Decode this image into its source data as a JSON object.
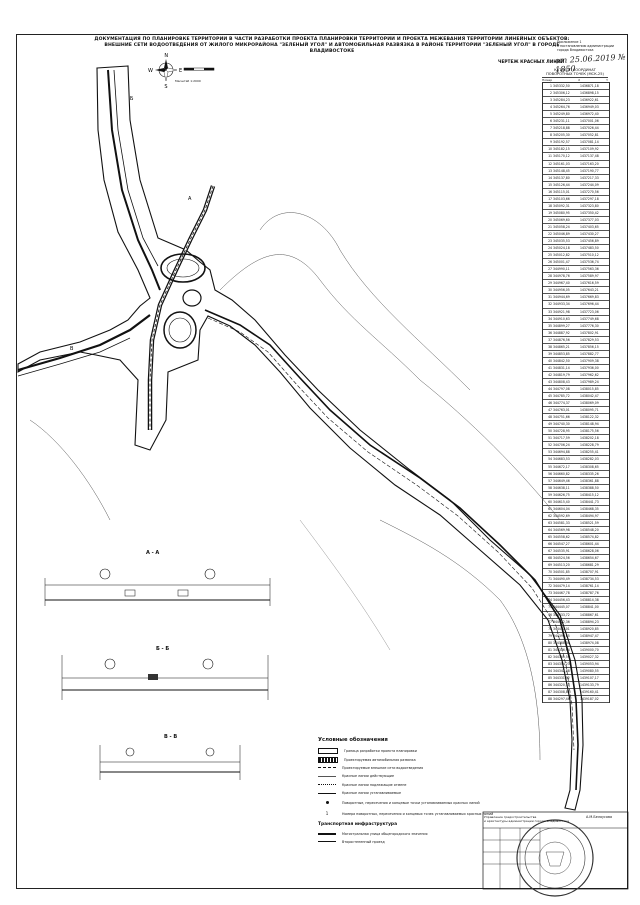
{
  "title": "ДОКУМЕНТАЦИЯ ПО ПЛАНИРОВКЕ ТЕРРИТОРИИ В ЧАСТИ РАЗРАБОТКИ ПРОЕКТА ПЛАНИРОВКИ ТЕРРИТОРИИ И ПРОЕКТА МЕЖЕВАНИЯ ТЕРРИТОРИИ ЛИНЕЙНЫХ ОБЪЕКТОВ: ВНЕШНИЕ СЕТИ ВОДООТВЕДЕНИЯ ОТ ЖИЛОГО МИКРОРАЙОНА \"ЗЕЛЕНЫЙ УГОЛ\" И АВТОМОБИЛЬНАЯ РАЗВЯЗКА В РАЙОНЕ ТЕРРИТОРИИ \"ЗЕЛЕНЫЙ УГОЛ\" В ГОРОДЕ ВЛАДИВОСТОКЕ",
  "approval": {
    "line1": "Приложение 1",
    "line2": "к постановлению администрации",
    "line3": "города Владивостока",
    "handwritten": "от 25.06.2019 № 1850"
  },
  "subtitle": "ЧЕРТЕЖ КРАСНЫХ ЛИНИЙ",
  "table": {
    "head1": "КАТАЛОГ КООРДИНАТ",
    "head2": "ПОВОРОТНЫХ ТОЧЕК (МСК-25)",
    "col_num": "Номер",
    "col_x": "X",
    "col_y": "Y"
  },
  "coordinates": [
    {
      "n": "1",
      "x": "345332,50",
      "y": "1436871,18"
    },
    {
      "n": "2",
      "x": "345306,12",
      "y": "1436898,15"
    },
    {
      "n": "3",
      "x": "345284,23",
      "y": "1436922,61"
    },
    {
      "n": "4",
      "x": "345264,76",
      "y": "1436949,03"
    },
    {
      "n": "5",
      "x": "345249,80",
      "y": "1436972,40"
    },
    {
      "n": "6",
      "x": "345231,11",
      "y": "1437001,06"
    },
    {
      "n": "7",
      "x": "345218,88",
      "y": "1437026,44"
    },
    {
      "n": "8",
      "x": "345205,30",
      "y": "1437052,81"
    },
    {
      "n": "9",
      "x": "345192,57",
      "y": "1437081,14"
    },
    {
      "n": "10",
      "x": "345182,15",
      "y": "1437109,92"
    },
    {
      "n": "11",
      "x": "345170,12",
      "y": "1437137,48"
    },
    {
      "n": "12",
      "x": "345161,03",
      "y": "1437163,20"
    },
    {
      "n": "13",
      "x": "345148,45",
      "y": "1437190,77"
    },
    {
      "n": "14",
      "x": "345137,80",
      "y": "1437217,33"
    },
    {
      "n": "15",
      "x": "345126,44",
      "y": "1437244,09"
    },
    {
      "n": "16",
      "x": "345115,01",
      "y": "1437270,56"
    },
    {
      "n": "17",
      "x": "345103,66",
      "y": "1437297,18"
    },
    {
      "n": "18",
      "x": "345092,31",
      "y": "1437323,80"
    },
    {
      "n": "19",
      "x": "345080,95",
      "y": "1437350,42"
    },
    {
      "n": "20",
      "x": "345069,60",
      "y": "1437377,03"
    },
    {
      "n": "21",
      "x": "345058,24",
      "y": "1437403,65"
    },
    {
      "n": "22",
      "x": "345046,89",
      "y": "1437430,27"
    },
    {
      "n": "23",
      "x": "345035,53",
      "y": "1437456,89"
    },
    {
      "n": "24",
      "x": "345024,18",
      "y": "1437483,50"
    },
    {
      "n": "25",
      "x": "345012,82",
      "y": "1437510,12"
    },
    {
      "n": "26",
      "x": "345001,47",
      "y": "1437536,74"
    },
    {
      "n": "27",
      "x": "344990,11",
      "y": "1437563,36"
    },
    {
      "n": "28",
      "x": "344978,76",
      "y": "1437589,97"
    },
    {
      "n": "29",
      "x": "344967,40",
      "y": "1437616,59"
    },
    {
      "n": "30",
      "x": "344956,05",
      "y": "1437643,21"
    },
    {
      "n": "31",
      "x": "344944,69",
      "y": "1437669,83"
    },
    {
      "n": "32",
      "x": "344933,34",
      "y": "1437696,44"
    },
    {
      "n": "33",
      "x": "344921,98",
      "y": "1437723,06"
    },
    {
      "n": "34",
      "x": "344910,63",
      "y": "1437749,68"
    },
    {
      "n": "35",
      "x": "344899,27",
      "y": "1437776,30"
    },
    {
      "n": "36",
      "x": "344887,92",
      "y": "1437802,91"
    },
    {
      "n": "37",
      "x": "344876,56",
      "y": "1437829,53"
    },
    {
      "n": "38",
      "x": "344865,21",
      "y": "1437856,15"
    },
    {
      "n": "39",
      "x": "344853,85",
      "y": "1437882,77"
    },
    {
      "n": "40",
      "x": "344842,50",
      "y": "1437909,38"
    },
    {
      "n": "41",
      "x": "344831,14",
      "y": "1437936,00"
    },
    {
      "n": "42",
      "x": "344819,79",
      "y": "1437962,62"
    },
    {
      "n": "43",
      "x": "344808,43",
      "y": "1437989,24"
    },
    {
      "n": "44",
      "x": "344797,08",
      "y": "1438015,85"
    },
    {
      "n": "45",
      "x": "344785,72",
      "y": "1438042,47"
    },
    {
      "n": "46",
      "x": "344774,37",
      "y": "1438069,09"
    },
    {
      "n": "47",
      "x": "344763,01",
      "y": "1438095,71"
    },
    {
      "n": "48",
      "x": "344751,66",
      "y": "1438122,32"
    },
    {
      "n": "49",
      "x": "344740,30",
      "y": "1438148,94"
    },
    {
      "n": "50",
      "x": "344728,95",
      "y": "1438175,56"
    },
    {
      "n": "51",
      "x": "344717,59",
      "y": "1438202,18"
    },
    {
      "n": "52",
      "x": "344706,24",
      "y": "1438228,79"
    },
    {
      "n": "53",
      "x": "344694,88",
      "y": "1438255,41"
    },
    {
      "n": "54",
      "x": "344683,53",
      "y": "1438282,03"
    },
    {
      "n": "55",
      "x": "344672,17",
      "y": "1438308,65"
    },
    {
      "n": "56",
      "x": "344660,82",
      "y": "1438335,26"
    },
    {
      "n": "57",
      "x": "344649,46",
      "y": "1438361,88"
    },
    {
      "n": "58",
      "x": "344638,11",
      "y": "1438388,50"
    },
    {
      "n": "59",
      "x": "344626,75",
      "y": "1438415,12"
    },
    {
      "n": "60",
      "x": "344615,40",
      "y": "1438441,73"
    },
    {
      "n": "61",
      "x": "344604,04",
      "y": "1438468,35"
    },
    {
      "n": "62",
      "x": "344592,69",
      "y": "1438494,97"
    },
    {
      "n": "63",
      "x": "344581,33",
      "y": "1438521,59"
    },
    {
      "n": "64",
      "x": "344569,98",
      "y": "1438548,20"
    },
    {
      "n": "65",
      "x": "344558,62",
      "y": "1438574,82"
    },
    {
      "n": "66",
      "x": "344547,27",
      "y": "1438601,44"
    },
    {
      "n": "67",
      "x": "344535,91",
      "y": "1438628,06"
    },
    {
      "n": "68",
      "x": "344524,56",
      "y": "1438654,67"
    },
    {
      "n": "69",
      "x": "344513,20",
      "y": "1438681,29"
    },
    {
      "n": "70",
      "x": "344501,85",
      "y": "1438707,91"
    },
    {
      "n": "71",
      "x": "344490,49",
      "y": "1438734,53"
    },
    {
      "n": "72",
      "x": "344479,14",
      "y": "1438761,14"
    },
    {
      "n": "73",
      "x": "344467,78",
      "y": "1438787,76"
    },
    {
      "n": "74",
      "x": "344456,43",
      "y": "1438814,38"
    },
    {
      "n": "75",
      "x": "344445,07",
      "y": "1438841,00"
    },
    {
      "n": "76",
      "x": "344433,72",
      "y": "1438867,61"
    },
    {
      "n": "77",
      "x": "344422,36",
      "y": "1438894,23"
    },
    {
      "n": "78",
      "x": "344411,01",
      "y": "1438920,85"
    },
    {
      "n": "79",
      "x": "344399,65",
      "y": "1438947,47"
    },
    {
      "n": "80",
      "x": "344388,30",
      "y": "1438974,08"
    },
    {
      "n": "81",
      "x": "344376,94",
      "y": "1439000,70"
    },
    {
      "n": "82",
      "x": "344365,59",
      "y": "1439027,32"
    },
    {
      "n": "83",
      "x": "344354,23",
      "y": "1439053,94"
    },
    {
      "n": "84",
      "x": "344342,88",
      "y": "1439080,55"
    },
    {
      "n": "85",
      "x": "344331,52",
      "y": "1439107,17"
    },
    {
      "n": "86",
      "x": "344320,17",
      "y": "1439133,79"
    },
    {
      "n": "87",
      "x": "344308,81",
      "y": "1439160,41"
    },
    {
      "n": "88",
      "x": "344297,46",
      "y": "1439187,02"
    }
  ],
  "map": {
    "compass": {
      "n": "N",
      "s": "S",
      "w": "W",
      "e": "E"
    },
    "scale": "Масштаб 1:2000",
    "labels": {
      "aa": "А",
      "bb": "Б",
      "vv": "В"
    }
  },
  "sections": {
    "a": "А - А",
    "b": "Б - Б",
    "v": "В - В"
  },
  "legend": {
    "title": "Условные обозначения",
    "items": [
      "Граница разработки проекта планировки",
      "Проектируемая автомобильная развязка",
      "Проектируемые внешние сети водоотведения",
      "Красные линии действующие",
      "Красные линии подлежащие отмене",
      "Красные линии устанавливаемые",
      "Поворотные, пересечения и концевые точки устанавливаемых красных линий",
      "Номера поворотных, пересечения и концевых точек устанавливаемых красных линий"
    ],
    "transport_title": "Транспортная инфраструктура",
    "transport_items": [
      "Магистральная улица общегородского значения",
      "Второстепенный проезд"
    ]
  },
  "stamp": {
    "line1": "Управление градостроительства",
    "line2": "и архитектуры администрации города Владивостока",
    "author": "А.М.Белоусова"
  }
}
